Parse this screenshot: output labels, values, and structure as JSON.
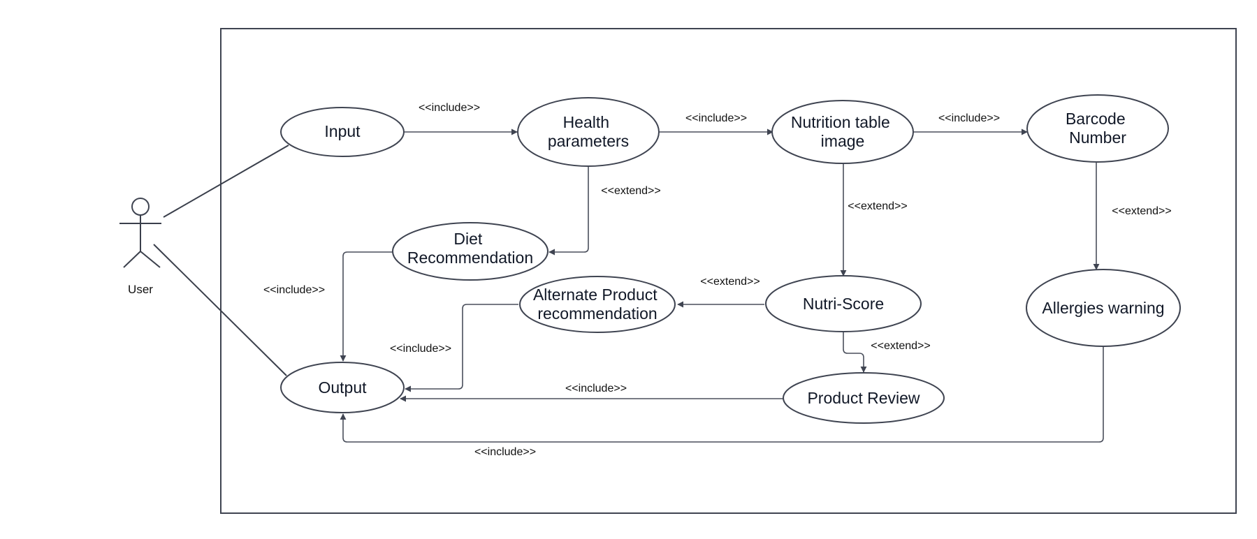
{
  "actor": {
    "label": "User"
  },
  "use_cases": {
    "input": [
      "Input"
    ],
    "health": [
      "Health",
      "parameters"
    ],
    "nutrition": [
      "Nutrition table",
      "image"
    ],
    "barcode": [
      "Barcode",
      "Number"
    ],
    "diet": [
      "Diet",
      "Recommendation"
    ],
    "alternate": [
      "Alternate Product",
      "recommendation"
    ],
    "nutriscore": [
      "Nutri-Score"
    ],
    "allergies": [
      "Allergies warning"
    ],
    "output": [
      "Output"
    ],
    "review": [
      "Product Review"
    ]
  },
  "relations": {
    "input_health": "<<include>>",
    "health_nutrition": "<<include>>",
    "nutrition_barcode": "<<include>>",
    "health_diet": "<<extend>>",
    "nutrition_nutriscore": "<<extend>>",
    "barcode_allergies": "<<extend>>",
    "diet_output": "<<include>>",
    "nutriscore_alternate": "<<extend>>",
    "alternate_output": "<<include>>",
    "nutriscore_review": "<<extend>>",
    "review_output": "<<include>>",
    "allergies_output": "<<include>>"
  }
}
